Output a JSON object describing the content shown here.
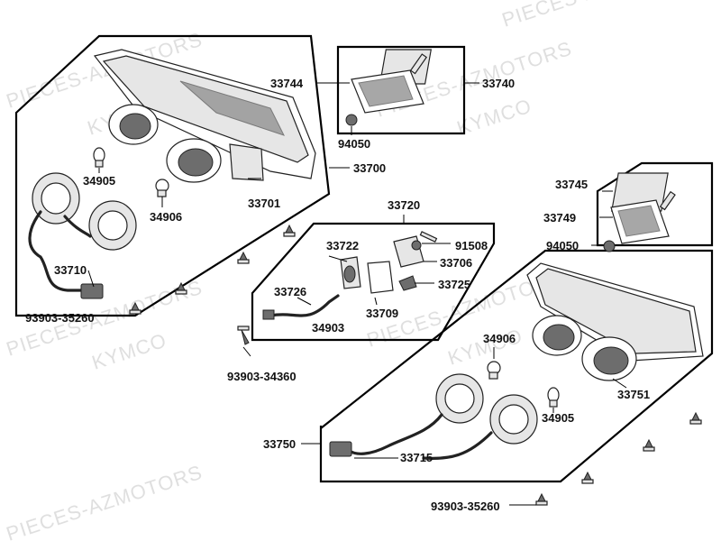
{
  "watermarks": {
    "brand_a": "PIECES-AZMOTORS",
    "brand_b": "KYMCO"
  },
  "callouts": {
    "c33744": "33744",
    "c33740": "33740",
    "c94050_top": "94050",
    "c33700": "33700",
    "c34905_left": "34905",
    "c34906_left": "34906",
    "c33701": "33701",
    "c33710": "33710",
    "c93903_35260_left": "93903-35260",
    "c33720": "33720",
    "c33722": "33722",
    "c91508": "91508",
    "c33706": "33706",
    "c33725": "33725",
    "c33726": "33726",
    "c34903": "34903",
    "c33709": "33709",
    "c93903_34360": "93903-34360",
    "c33745": "33745",
    "c33749": "33749",
    "c94050_right": "94050",
    "c34906_right": "34906",
    "c34905_right": "34905",
    "c33751": "33751",
    "c33750": "33750",
    "c33715": "33715",
    "c93903_35260_right": "93903-35260"
  },
  "colors": {
    "line": "#000000",
    "part_fill": "#e6e6e6",
    "part_dark": "#6d6d6d",
    "watermark": "#b9b9b9"
  }
}
